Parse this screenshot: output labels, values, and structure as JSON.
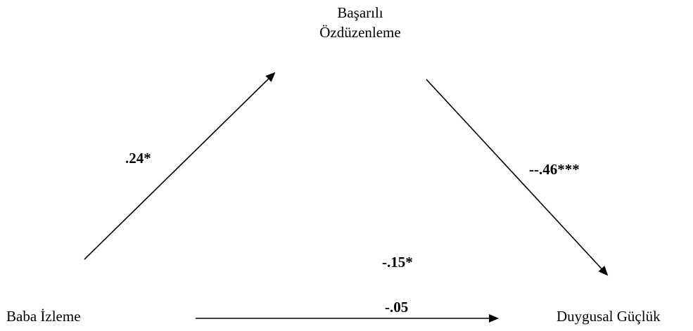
{
  "nodes": {
    "mediator_line1": "Başarılı",
    "mediator_line2": "Özdüzenleme",
    "predictor": "Baba İzleme",
    "outcome": "Duygusal Güçlük"
  },
  "paths": {
    "a": ".24*",
    "b": "--.46***",
    "c_total": "-.15*",
    "c_direct": "-.05"
  }
}
